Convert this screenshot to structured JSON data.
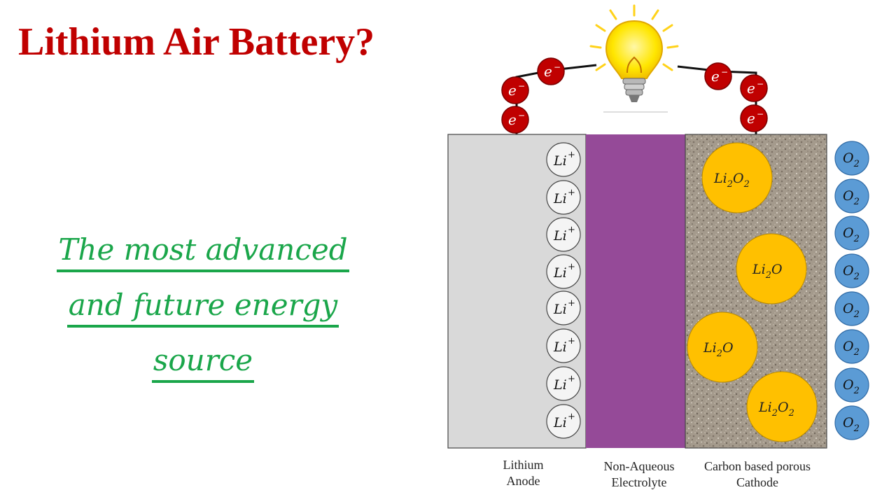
{
  "title": "Lithium Air Battery?",
  "tagline": {
    "line1": "The most advanced",
    "line2": "and future energy",
    "line3": "source"
  },
  "labels": {
    "anode_1": "Lithium",
    "anode_2": "Anode",
    "electrolyte_1": "Non-Aqueous",
    "electrolyte_2": "Electrolyte",
    "cathode_1": "Carbon based porous",
    "cathode_2": "Cathode"
  },
  "particles": {
    "electron": "e",
    "electron_sup": "−",
    "li_ion": "Li",
    "li_ion_sup": "+",
    "oxygen": "O",
    "oxygen_sub": "2"
  },
  "products": [
    {
      "base1": "Li",
      "sub1": "2",
      "base2": "O",
      "sub2": "2"
    },
    {
      "base1": "Li",
      "sub1": "2",
      "base2": "O",
      "sub2": ""
    },
    {
      "base1": "Li",
      "sub1": "2",
      "base2": "O",
      "sub2": ""
    },
    {
      "base1": "Li",
      "sub1": "2",
      "base2": "O",
      "sub2": "2"
    }
  ],
  "colors": {
    "title": "#c00000",
    "tagline": "#1aa64a",
    "anode": "#d9d9d9",
    "electrolyte": "#954a98",
    "cathode": "#a09586",
    "electron": "#c00000",
    "product": "#ffc000",
    "oxygen": "#5b9bd5"
  }
}
